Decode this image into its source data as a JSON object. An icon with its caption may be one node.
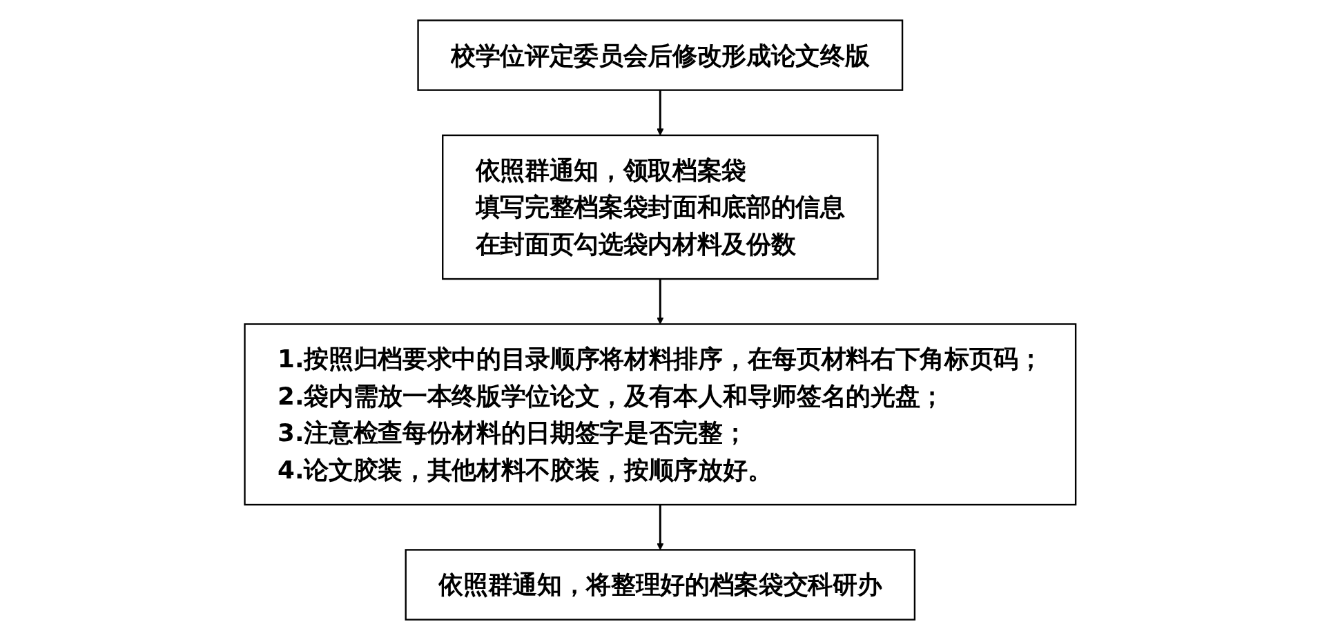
{
  "diagram": {
    "nodes": [
      {
        "text": [
          "校学位评定委员会后修改形成论文终版"
        ]
      },
      {
        "text": [
          "依照群通知，领取档案袋",
          "填写完整档案袋封面和底部的信息",
          "在封面页勾选袋内材料及份数"
        ]
      },
      {
        "text": [
          "1.按照归档要求中的目录顺序将材料排序，在每页材料右下角标页码；",
          "2.袋内需放一本终版学位论文，及有本人和导师签名的光盘；",
          "3.注意检查每份材料的日期签字是否完整；",
          "4.论文胶装，其他材料不胶装，按顺序放好。"
        ]
      },
      {
        "text": [
          "依照群通知，将整理好的档案袋交科研办"
        ]
      }
    ],
    "edges": [
      {
        "from": 0,
        "to": 1,
        "arrow": "to"
      },
      {
        "from": 1,
        "to": 2,
        "arrow": "to"
      },
      {
        "from": 2,
        "to": 3,
        "arrow": "to"
      }
    ]
  }
}
